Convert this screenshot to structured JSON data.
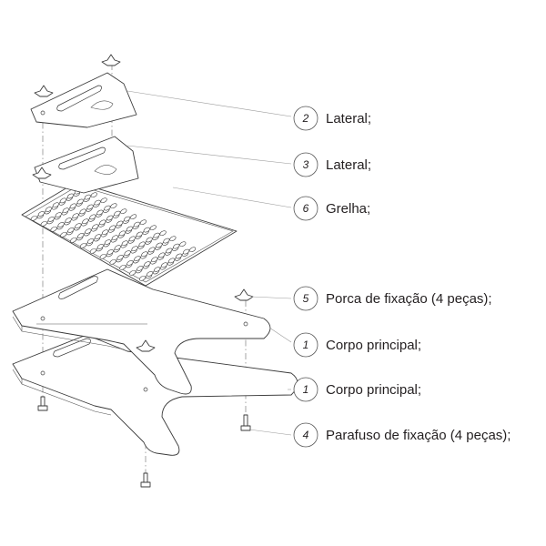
{
  "callouts": [
    {
      "number": "2",
      "label": "Lateral;"
    },
    {
      "number": "3",
      "label": "Lateral;"
    },
    {
      "number": "6",
      "label": "Grelha;"
    },
    {
      "number": "5",
      "label": "Porca de fixação (4 peças);"
    },
    {
      "number": "1",
      "label": "Corpo principal;"
    },
    {
      "number": "1",
      "label": "Corpo principal;"
    },
    {
      "number": "4",
      "label": "Parafuso de fixação (4 peças);"
    }
  ],
  "colors": {
    "line": "#3a3a3a",
    "leader": "#9a9a9a",
    "text": "#231f20",
    "background": "#ffffff"
  }
}
